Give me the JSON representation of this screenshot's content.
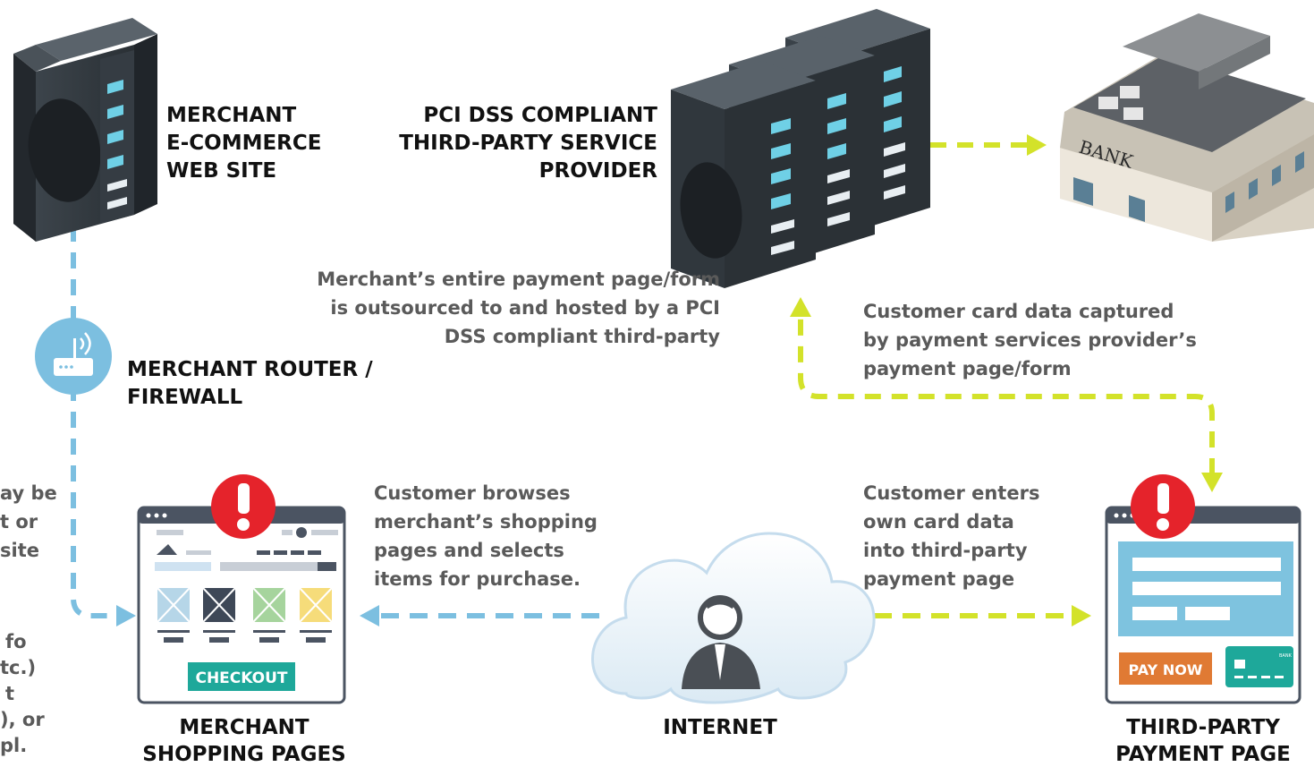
{
  "labels": {
    "merchant_site": [
      "MERCHANT",
      "E-COMMERCE",
      "WEB SITE"
    ],
    "provider": [
      "PCI DSS COMPLIANT",
      "THIRD-PARTY SERVICE",
      "PROVIDER"
    ],
    "router": [
      "MERCHANT ROUTER /",
      "FIREWALL"
    ],
    "shopping": [
      "MERCHANT",
      "SHOPPING PAGES"
    ],
    "internet": "INTERNET",
    "payment": [
      "THIRD-PARTY",
      "PAYMENT PAGE"
    ],
    "bank_sign": "BANK"
  },
  "notes": {
    "outsourced": [
      "Merchant’s entire payment page/form",
      "is outsourced to and hosted by a PCI",
      "DSS compliant third-party"
    ],
    "captured": [
      "Customer card data captured",
      "by payment services provider’s",
      "payment page/form"
    ],
    "browses": [
      "Customer browses",
      "merchant’s shopping",
      "pages and selects",
      "items for purchase."
    ],
    "enters": [
      "Customer enters",
      "own card data",
      "into third-party",
      "payment page"
    ],
    "cut_left_1": [
      "ay be",
      "t or",
      "site"
    ],
    "cut_left_2": [
      "fo",
      "tc.)",
      "t",
      "), or",
      "pl."
    ]
  },
  "buttons": {
    "checkout": "CHECKOUT",
    "pay_now": "PAY NOW",
    "card_text": "BANK"
  },
  "colors": {
    "blue_flow": "#7cbfe0",
    "green_flow": "#d3e22a",
    "alert": "#e5232b",
    "checkout": "#1ea89a",
    "pay_now": "#e07a34",
    "server_dark": "#2c3238"
  }
}
